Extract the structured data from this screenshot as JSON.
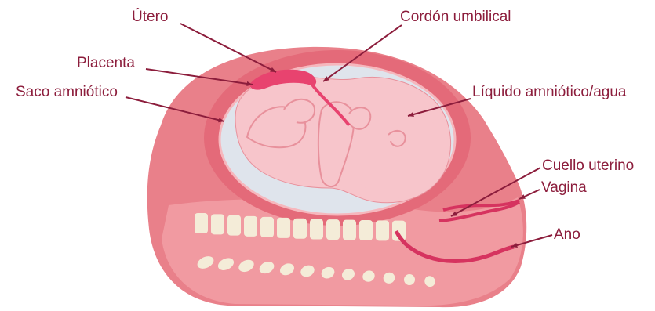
{
  "colors": {
    "label_text": "#8c1d3c",
    "leader_line": "#8c1d3c",
    "body_outer": "#e9808a",
    "body_mid": "#f19aa1",
    "uterus_wall": "#e46a79",
    "uterus_inner": "#f6b7bd",
    "amniotic_fluid": "#dfe4ec",
    "fetus": "#f7c5cb",
    "fetus_outline": "#e8919c",
    "placenta": "#e8436f",
    "spine": "#f4ecd8",
    "canal": "#d6335f"
  },
  "labels": {
    "utero": "Útero",
    "cordon": "Cordón umbilical",
    "placenta": "Placenta",
    "liquido": "Líquido amniótico/agua",
    "saco": "Saco amniótico",
    "cuello": "Cuello uterino",
    "vagina": "Vagina",
    "ano": "Ano"
  }
}
